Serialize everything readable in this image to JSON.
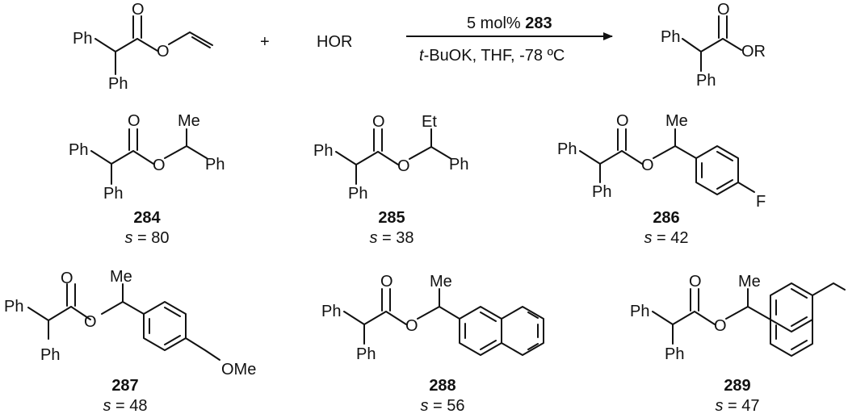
{
  "reaction": {
    "reagent_plus": "+",
    "reagent_alcohol": "HOR",
    "catalyst_prefix": "5 mol% ",
    "catalyst_number": "283",
    "conditions_tbu": "t",
    "conditions_rest": "-BuOK, THF, -78 ºC",
    "product_or_label": "OR"
  },
  "atom_labels": {
    "ph": "Ph",
    "o": "O",
    "me": "Me",
    "et": "Et",
    "f": "F",
    "ome": "OMe"
  },
  "selectivity_symbol": "s",
  "compounds": [
    {
      "id": "284",
      "s_value": "= 80"
    },
    {
      "id": "285",
      "s_value": "= 38"
    },
    {
      "id": "286",
      "s_value": "= 42"
    },
    {
      "id": "287",
      "s_value": "= 48"
    },
    {
      "id": "288",
      "s_value": "= 56"
    },
    {
      "id": "289",
      "s_value": "= 47"
    }
  ]
}
